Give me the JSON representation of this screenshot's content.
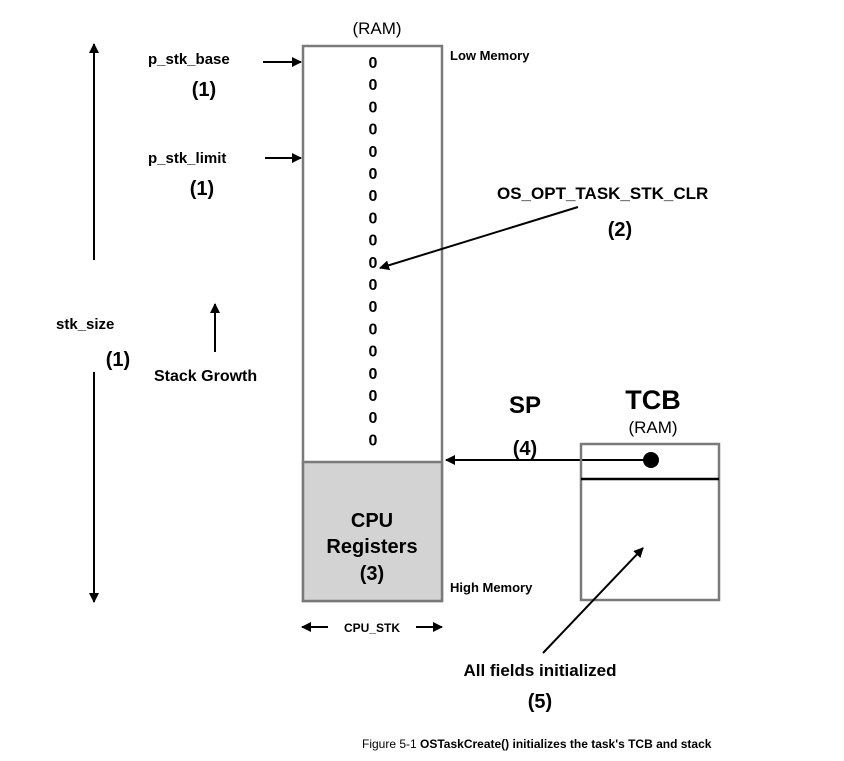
{
  "ram_label": "(RAM)",
  "low_memory": "Low Memory",
  "high_memory": "High Memory",
  "p_stk_base": "p_stk_base",
  "p_stk_base_num": "(1)",
  "p_stk_limit": "p_stk_limit",
  "p_stk_limit_num": "(1)",
  "stk_size": "stk_size",
  "stk_size_num": "(1)",
  "stack_growth": "Stack Growth",
  "stack_values": [
    "0",
    "0",
    "0",
    "0",
    "0",
    "0",
    "0",
    "0",
    "0",
    "0",
    "0",
    "0",
    "0",
    "0",
    "0",
    "0",
    "0",
    "0"
  ],
  "cpu_registers": {
    "line1": "CPU",
    "line2": "Registers",
    "num": "(3)"
  },
  "cpu_stk": "CPU_STK",
  "opt_clear": {
    "label": "OS_OPT_TASK_STK_CLR",
    "num": "(2)"
  },
  "sp": {
    "label": "SP",
    "num": "(4)"
  },
  "tcb": {
    "title": "TCB",
    "ram": "(RAM)"
  },
  "fields_init": {
    "label": "All fields initialized",
    "num": "(5)"
  },
  "caption": {
    "prefix": "Figure 5-1 ",
    "bold": "OSTaskCreate() initializes the task's TCB and stack"
  },
  "colors": {
    "line": "#000000",
    "box_border": "#7a7a7a",
    "registers_fill": "#d3d3d3",
    "text": "#000000"
  }
}
